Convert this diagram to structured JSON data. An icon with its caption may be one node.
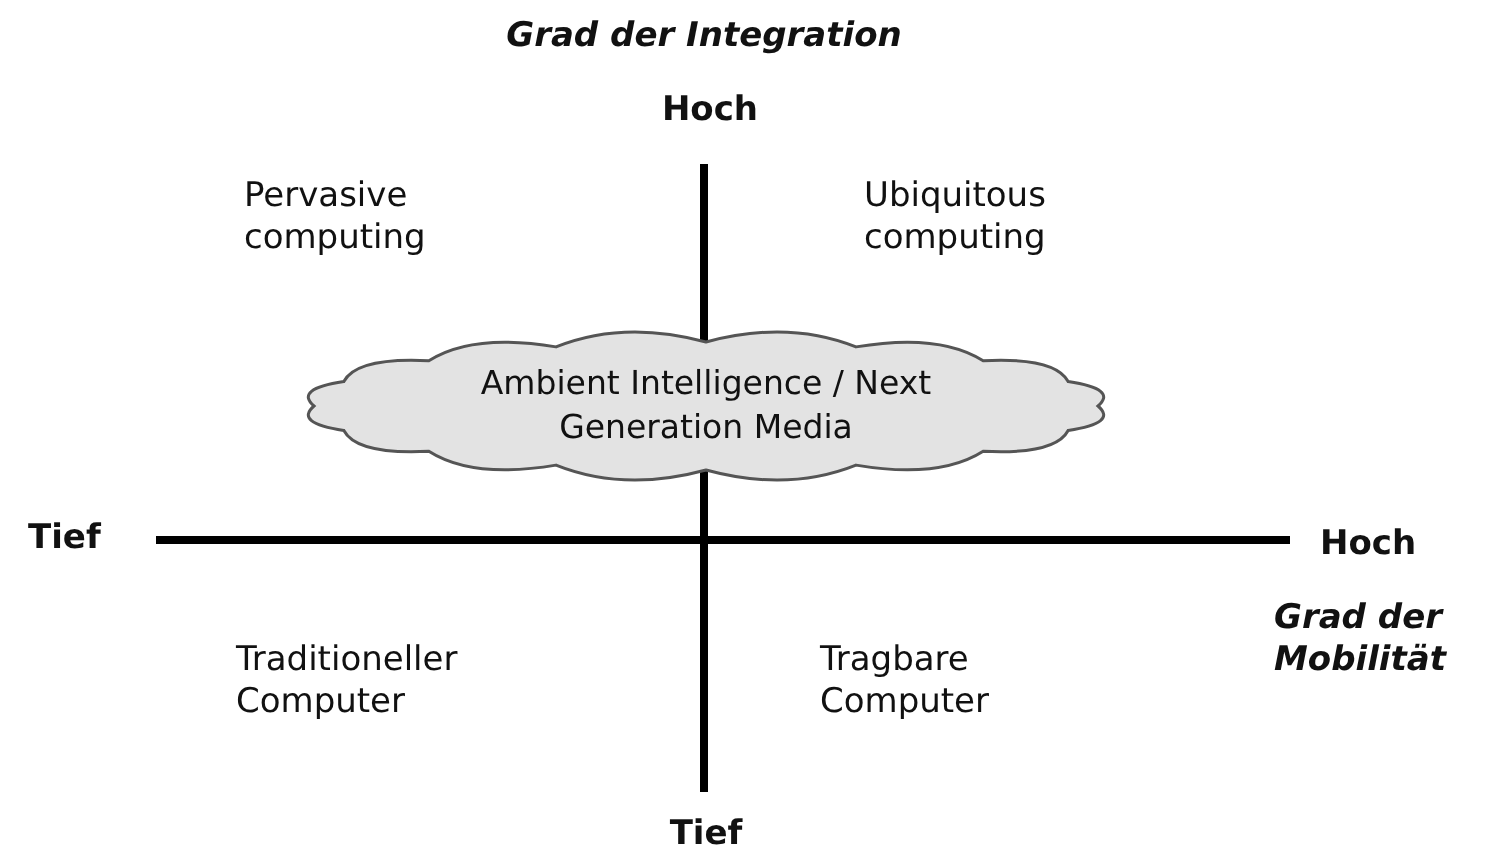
{
  "diagram": {
    "nodes": [
      {
        "text": [
          "Ambient Intelligence / Next Generation Media"
        ]
      }
    ],
    "labels": [
      "Grad der Integration",
      "Hoch",
      "Pervasive computing",
      "Ubiquitous computing",
      "Tief",
      "Hoch",
      "Grad der Mobilität",
      "Traditioneller Computer",
      "Tragbare Computer",
      "Tief"
    ]
  }
}
